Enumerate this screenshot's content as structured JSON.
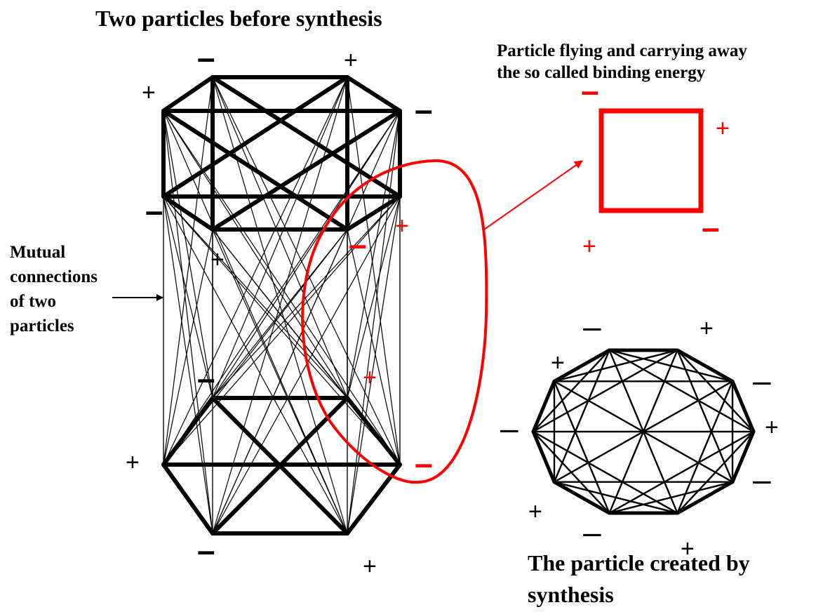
{
  "labels": {
    "title_before": "Two particles before synthesis",
    "flying_line1": "Particle flying and carrying away",
    "flying_line2": "the so called binding energy",
    "mutual_line1": "Mutual",
    "mutual_line2": "connections",
    "mutual_line3": "of two",
    "mutual_line4": "particles",
    "created_line1": "The particle created by",
    "created_line2": "synthesis"
  },
  "signs": {
    "plus": "+",
    "minus": "–"
  },
  "colors": {
    "ink": "#000000",
    "highlight": "#ff0000"
  }
}
